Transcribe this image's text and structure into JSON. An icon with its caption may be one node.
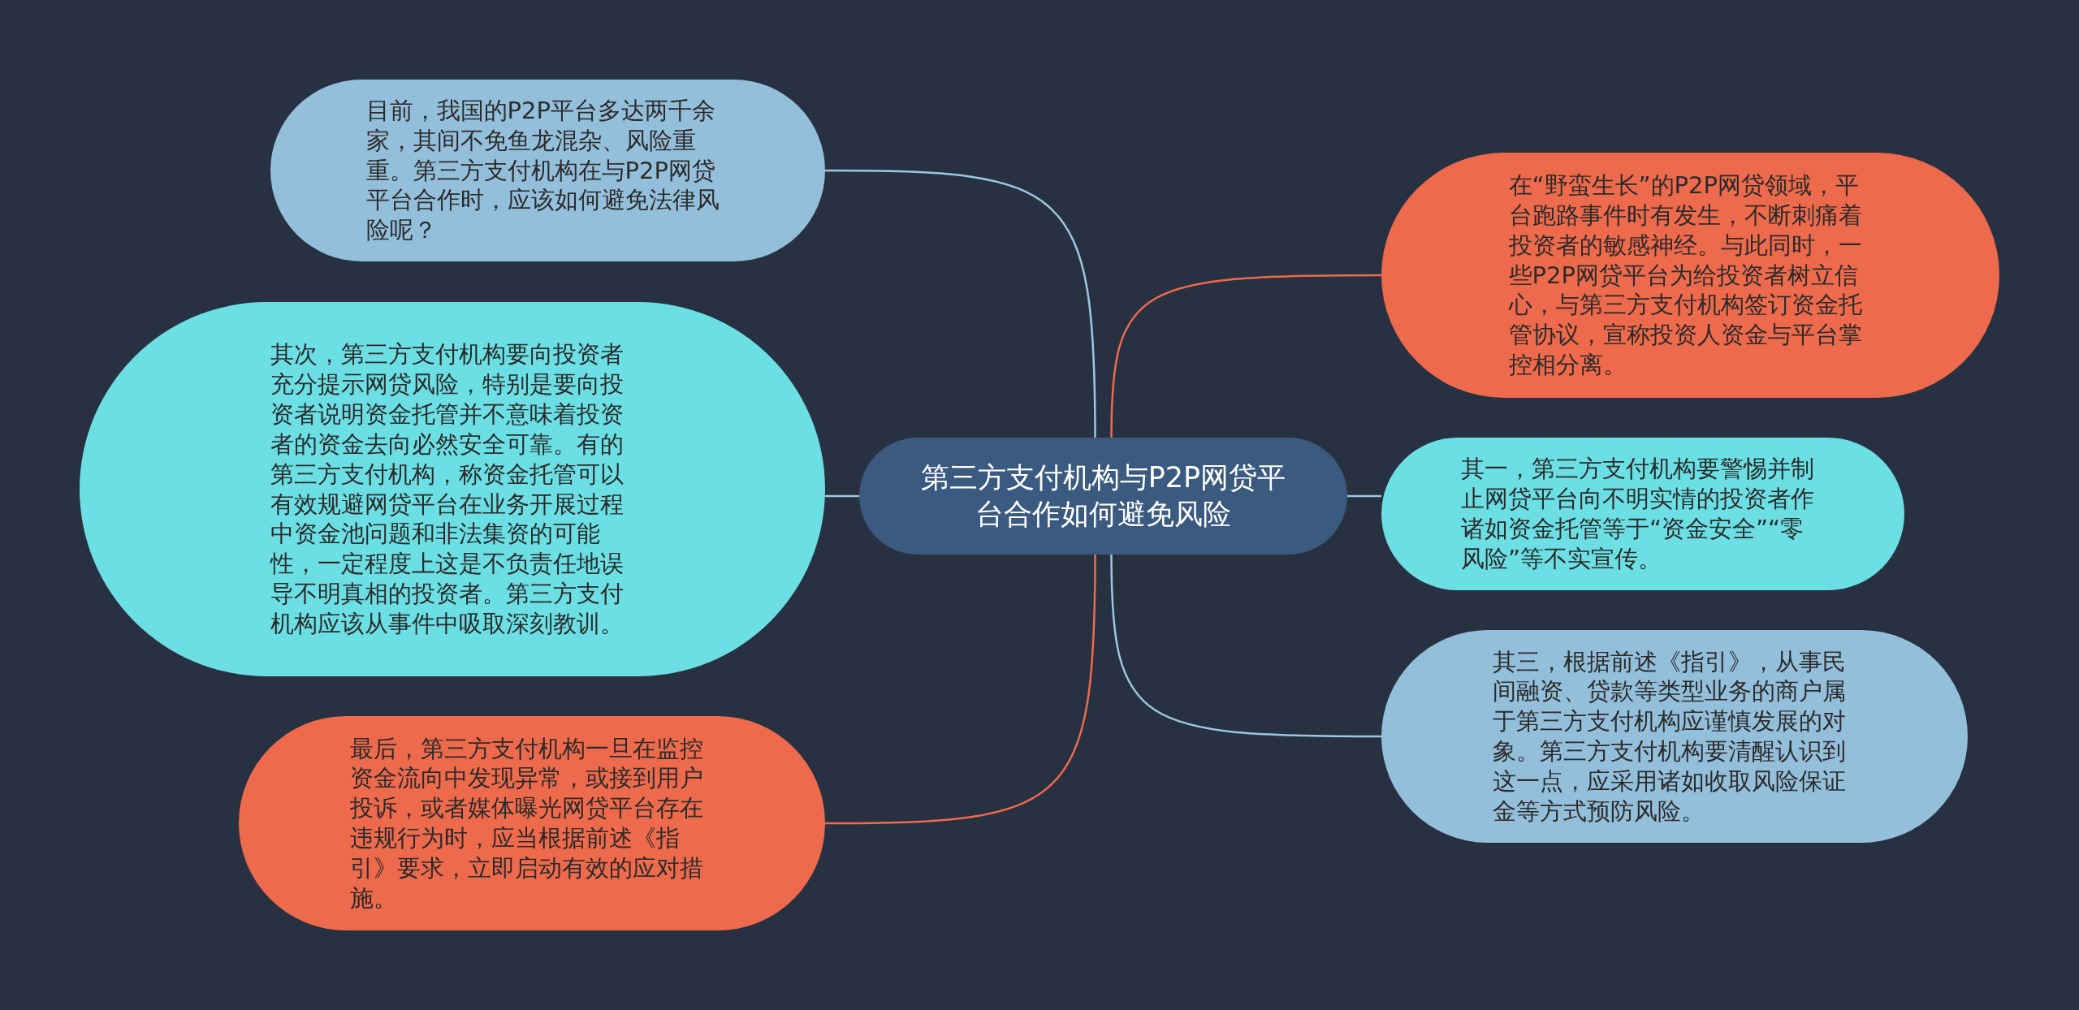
{
  "diagram": {
    "nodes": [
      {
        "text": [
          "第三方支付机构与P2P网贷平台合作如何避免风险"
        ]
      },
      {
        "text": [
          "目前，我国的P2P平台多达两千余家，其间不免鱼龙混杂、风险重重。第三方支付机构在与P2P网贷平台合作时，应该如何避免法律风险呢？"
        ]
      },
      {
        "text": [
          "其次，第三方支付机构要向投资者充分提示网贷风险，特别是要向投资者说明资金托管并不意味着投资者的资金去向必然安全可靠。有的第三方支付机构，称资金托管可以有效规避网贷平台在业务开展过程中资金池问题和非法集资的可能性，一定程度上这是不负责任地误导不明真相的投资者。第三方支付机构应该从事件中吸取深刻教训。"
        ]
      },
      {
        "text": [
          "最后，第三方支付机构一旦在监控资金流向中发现异常，或接到用户投诉，或者媒体曝光网贷平台存在违规行为时，应当根据前述《指引》要求，立即启动有效的应对措施。"
        ]
      },
      {
        "text": [
          "在“野蛮生长”的P2P网贷领域，平台跑路事件时有发生，不断刺痛着投资者的敏感神经。与此同时，一些P2P网贷平台为给投资者树立信心，与第三方支付机构签订资金托管协议，宣称投资人资金与平台掌控相分离。"
        ]
      },
      {
        "text": [
          "其一，第三方支付机构要警惕并制止网贷平台向不明实情的投资者作诸如资金托管等于“资金安全”“零风险”等不实宣传。"
        ]
      },
      {
        "text": [
          "其三，根据前述《指引》，从事民间融资、贷款等类型业务的商户属于第三方支付机构应谨慎发展的对象。第三方支付机构要清醒认识到这一点，应采用诸如收取风险保证金等方式预防风险。"
        ]
      }
    ],
    "edges": [
      {
        "from": 0,
        "to": 1,
        "arrow": "none"
      },
      {
        "from": 0,
        "to": 2,
        "arrow": "none"
      },
      {
        "from": 0,
        "to": 3,
        "arrow": "none",
        "color": "#ee6a4c"
      },
      {
        "from": 0,
        "to": 4,
        "arrow": "none",
        "color": "#ee6a4c"
      },
      {
        "from": 0,
        "to": 5,
        "arrow": "none"
      },
      {
        "from": 0,
        "to": 6,
        "arrow": "none"
      }
    ]
  }
}
